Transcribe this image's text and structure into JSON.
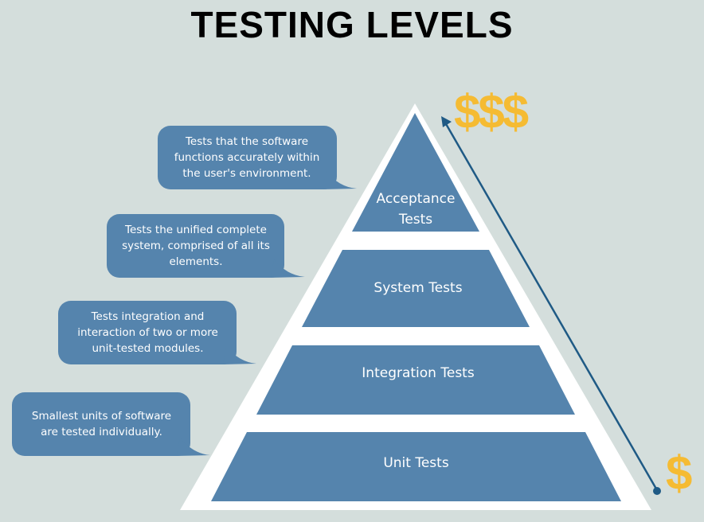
{
  "title": "TESTING LEVELS",
  "colors": {
    "background": "#d4dedc",
    "layer": "#5584ad",
    "dollar": "#f5bb33",
    "arrow": "#1f5a85"
  },
  "levels": [
    {
      "label": "Acceptance Tests",
      "description": "Tests that the software functions accurately within the user's environment."
    },
    {
      "label": "System Tests",
      "description": "Tests the unified complete system, comprised of all its elements."
    },
    {
      "label": "Integration Tests",
      "description": "Tests integration and interaction of two or more unit-tested modules."
    },
    {
      "label": "Unit Tests",
      "description": "Smallest units of software are tested individually."
    }
  ],
  "cost_high": "$$$",
  "cost_low": "$"
}
